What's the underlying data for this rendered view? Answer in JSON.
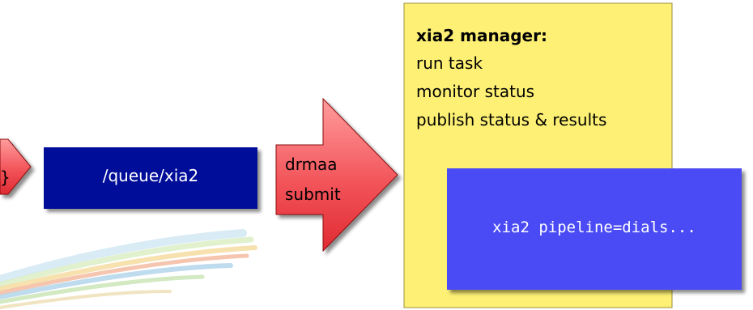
{
  "left_arrow": {
    "label": "}"
  },
  "queue_box": {
    "label": "/queue/xia2"
  },
  "drmaa_arrow": {
    "line1": "drmaa",
    "line2": "submit"
  },
  "manager_box": {
    "title": "xia2 manager:",
    "lines": [
      "run task",
      "monitor status",
      "publish status & results"
    ]
  },
  "pipeline_box": {
    "command": "xia2 pipeline=dials..."
  },
  "colors": {
    "arrow_red": "#e8323a",
    "arrow_red_light": "#ff9a9a",
    "queue_blue": "#000e99",
    "manager_yellow": "#fdf074",
    "pipeline_blue": "#4b4bf5"
  }
}
